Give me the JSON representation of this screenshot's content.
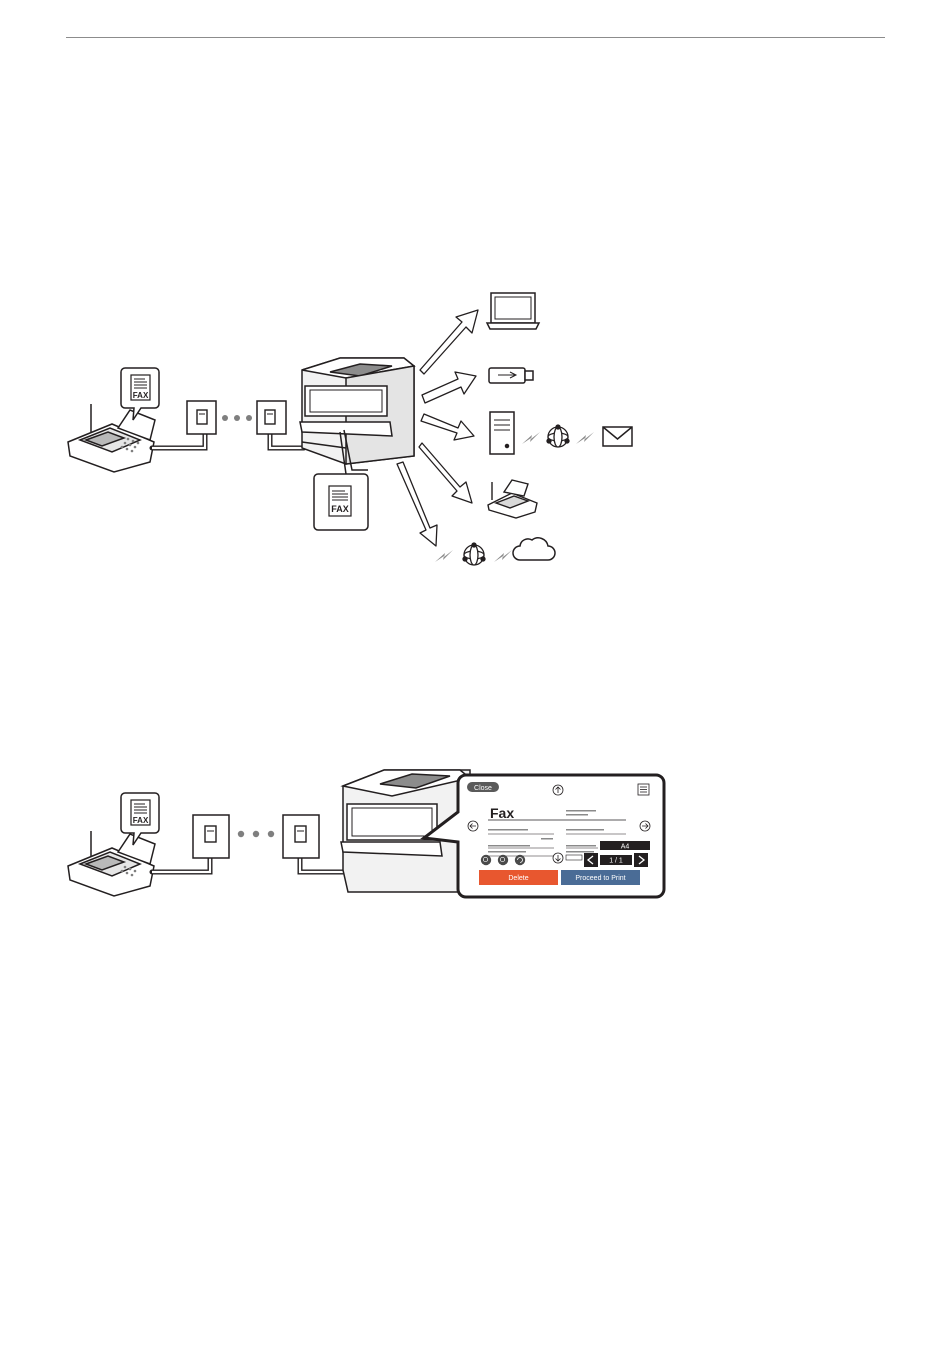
{
  "diagram_top": {
    "fax_badge_left": "FAX",
    "fax_badge_center": "FAX",
    "destinations": [
      "laptop-icon",
      "usb-memory-icon",
      "email-server-icon",
      "fax-machine-icon",
      "cloud-icon"
    ]
  },
  "diagram_bottom": {
    "fax_badge": "FAX",
    "preview": {
      "close_label": "Close",
      "doc_title": "Fax",
      "paper_size": "A4",
      "page_indicator": "1 / 1",
      "delete_label": "Delete",
      "proceed_label": "Proceed to Print"
    }
  },
  "colors": {
    "delete": "#e8572f",
    "proceed": "#4a6c96",
    "close": "#5a5a5a",
    "signal": "#8a8a8a"
  }
}
